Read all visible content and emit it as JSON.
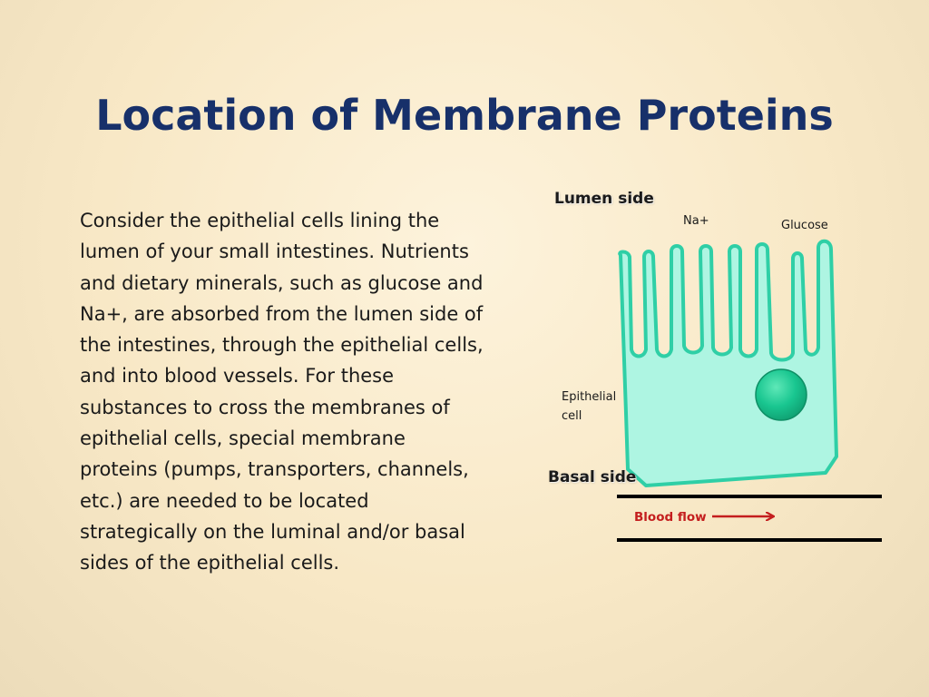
{
  "slide": {
    "title": "Location of Membrane Proteins",
    "body": "Consider the epithelial cells lining the lumen of your small intestines. Nutrients and dietary minerals, such as glucose and Na+, are absorbed from the lumen side of the intestines, through the epithelial cells, and into blood vessels. For these substances to cross the membranes of epithelial cells, special membrane proteins (pumps, transporters, channels, etc.) are needed to be located strategically on the luminal and/or basal sides of the epithelial cells."
  },
  "diagram": {
    "lumen_side_label": "Lumen side",
    "na_label": "Na+",
    "glucose_label": "Glucose",
    "epithelial_cell_label_line1": "Epithelial",
    "epithelial_cell_label_line2": "cell",
    "basal_side_label": "Basal side",
    "blood_flow_label": "Blood flow"
  },
  "colors": {
    "title": "#17306a",
    "cell_fill": "#aef5e2",
    "cell_outline": "#2fcfa6",
    "nucleus": "#17c48c",
    "blood_flow": "#c41e1e",
    "vessel_line": "#000000"
  }
}
